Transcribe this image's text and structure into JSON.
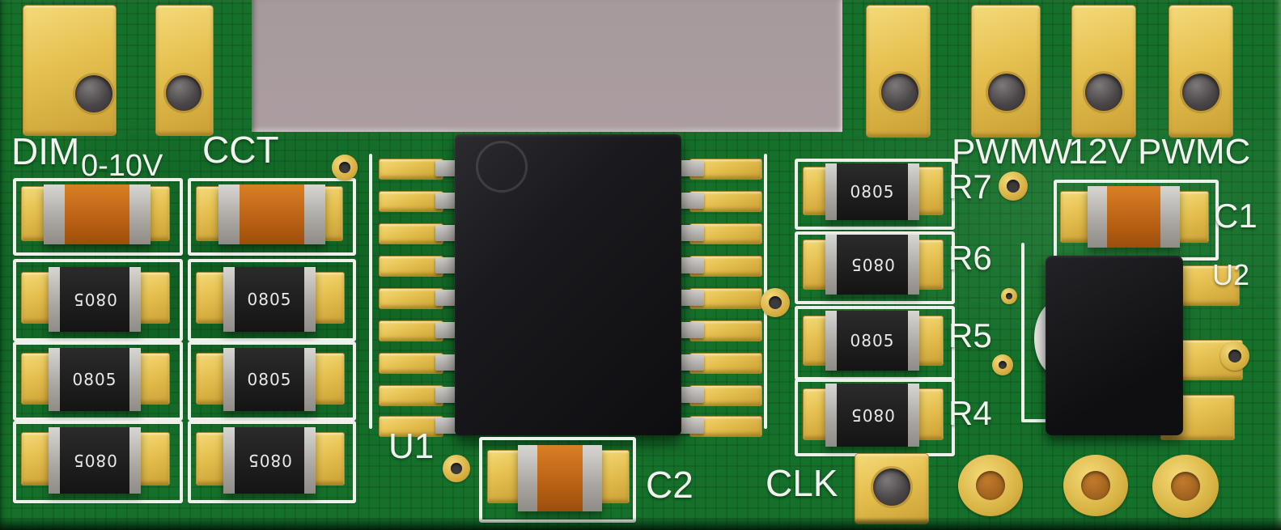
{
  "colors": {
    "background_gray": "#a69a9c",
    "board_green": "#15702a",
    "pad_gold": "#e0bb4a",
    "silkscreen_white": "#efefec",
    "capacitor_orange": "#c2661a",
    "component_black": "#1a1a1a",
    "terminal_gray": "#b5b2ae"
  },
  "labels": {
    "dim": "DIM",
    "zero_ten_v": "0-10V",
    "cct": "CCT",
    "u1": "U1",
    "c2": "C2",
    "clk": "CLK",
    "pwmw": "PWMW",
    "twelve_v": "12V",
    "pwmc": "PWMC",
    "c1": "C1",
    "u2": "U2",
    "r7": "R7",
    "r6": "R6",
    "r5": "R5",
    "r4": "R4"
  },
  "markings": {
    "smd_package": "0805"
  }
}
